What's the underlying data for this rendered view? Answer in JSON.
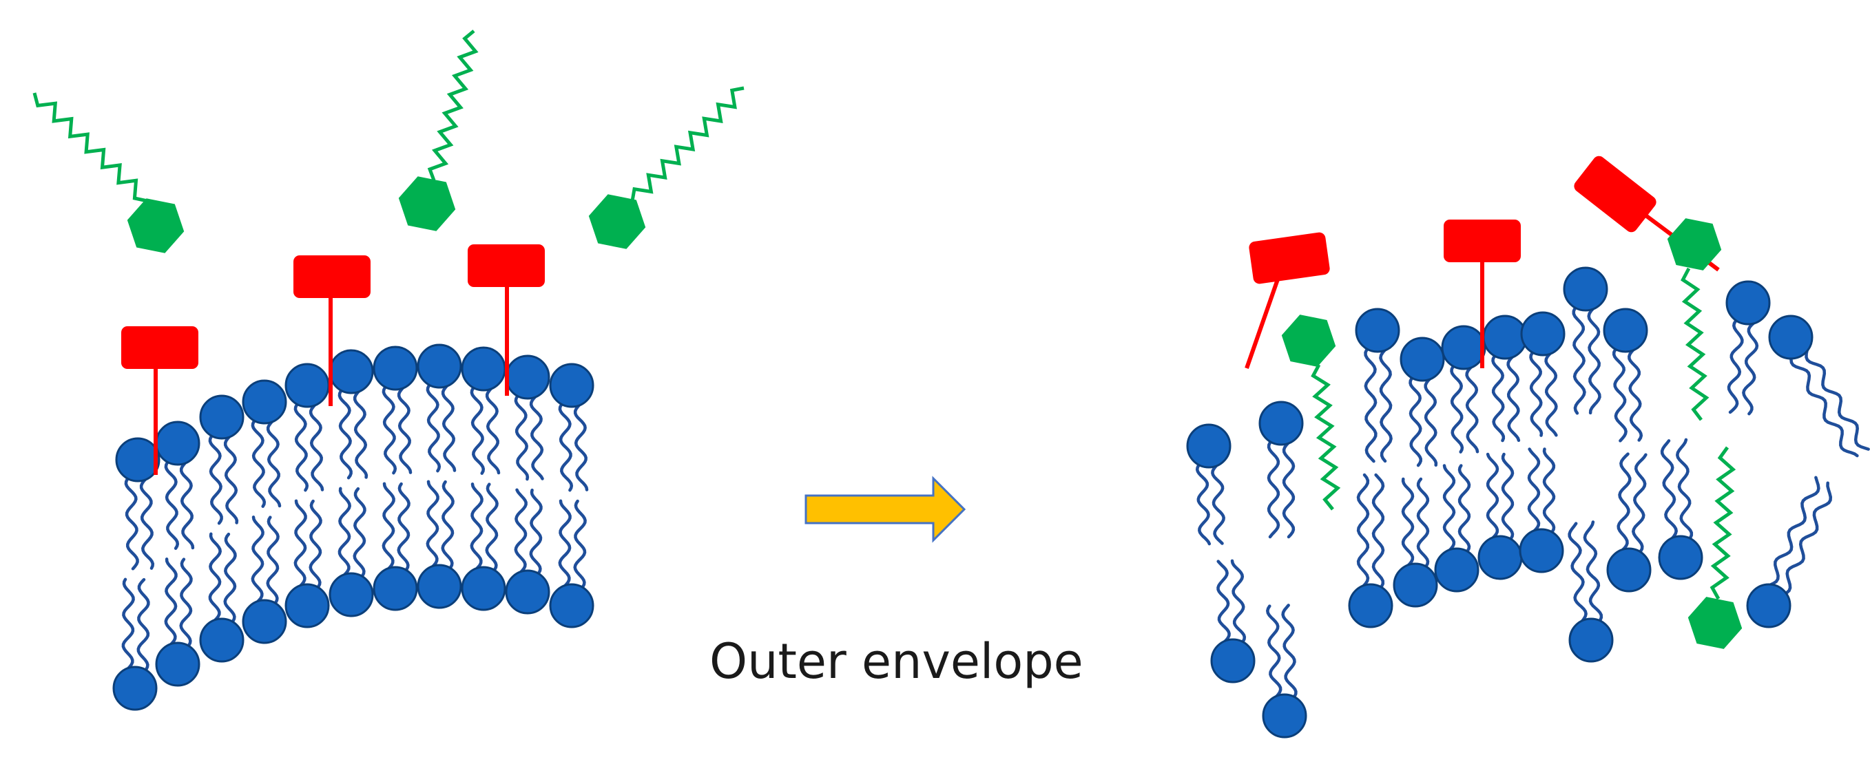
{
  "caption": "Outer envelope",
  "colors": {
    "lipid_head": "#1565c0",
    "lipid_head_stroke": "#0b3f7a",
    "lipid_tail": "#1f4e9a",
    "protein": "#ff0000",
    "agent": "#00b050",
    "arrow_fill": "#ffc000",
    "arrow_stroke": "#4472c4"
  },
  "panels": [
    {
      "id": "intact-membrane"
    },
    {
      "id": "disrupted-membrane"
    }
  ],
  "icons": {
    "arrow": "right-arrow-icon",
    "protein": "membrane-protein-icon",
    "agent": "hexagon-zigzag-agent-icon",
    "lipid": "phospholipid-icon"
  }
}
